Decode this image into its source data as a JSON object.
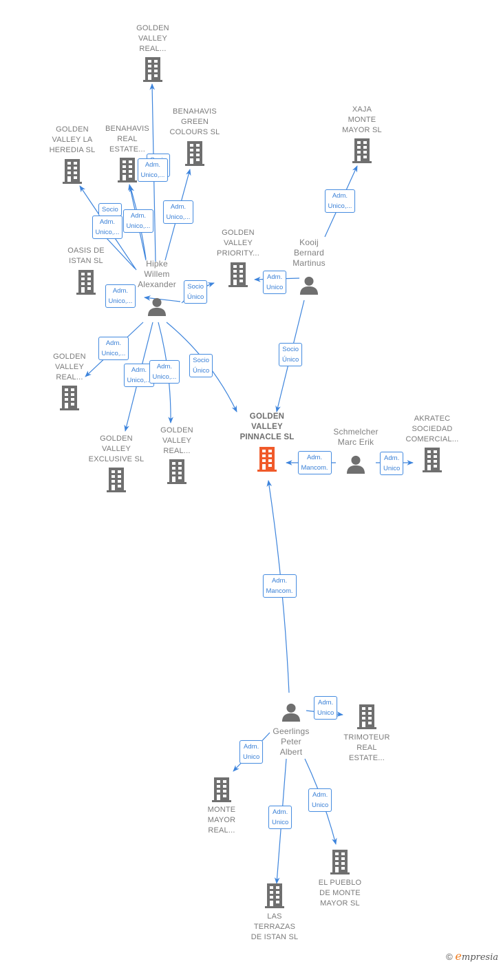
{
  "colors": {
    "edge": "#3d84dc",
    "building": "#6f6f6f",
    "main_building": "#f05a2a",
    "person": "#6f6f6f",
    "label_text": "#7a7a7a",
    "edge_label_text": "#3a80d6"
  },
  "nodes": [
    {
      "id": "gv_real_top",
      "type": "company",
      "label": "GOLDEN\nVALLEY\nREAL..."
    },
    {
      "id": "benahavis_green",
      "type": "company",
      "label": "BENAHAVIS\nGREEN\nCOLOURS  SL"
    },
    {
      "id": "gv_la_heredia",
      "type": "company",
      "label": "GOLDEN\nVALLEY LA\nHEREDIA  SL"
    },
    {
      "id": "benahavis_real",
      "type": "company",
      "label": "BENAHAVIS\nREAL\nESTATE..."
    },
    {
      "id": "xaja",
      "type": "company",
      "label": "XAJA\nMONTE\nMAYOR  SL"
    },
    {
      "id": "oasis",
      "type": "company",
      "label": "OASIS DE\nISTAN  SL"
    },
    {
      "id": "gv_priority",
      "type": "company",
      "label": "GOLDEN\nVALLEY\nPRIORITY..."
    },
    {
      "id": "hipke",
      "type": "person",
      "label": "Hipke\nWillem\nAlexander"
    },
    {
      "id": "kooij",
      "type": "person",
      "label": "Kooij\nBernard\nMartinus"
    },
    {
      "id": "gv_real_left",
      "type": "company",
      "label": "GOLDEN\nVALLEY\nREAL..."
    },
    {
      "id": "gv_exclusive",
      "type": "company",
      "label": "GOLDEN\nVALLEY\nEXCLUSIVE  SL"
    },
    {
      "id": "gv_real_mid",
      "type": "company",
      "label": "GOLDEN\nVALLEY\nREAL..."
    },
    {
      "id": "gv_pinnacle",
      "type": "main-company",
      "label": "GOLDEN\nVALLEY\nPINNACLE  SL"
    },
    {
      "id": "schmelcher",
      "type": "person",
      "label": "Schmelcher\nMarc Erik"
    },
    {
      "id": "akratec",
      "type": "company",
      "label": "AKRATEC\nSOCIEDAD\nCOMERCIAL..."
    },
    {
      "id": "geerlings",
      "type": "person",
      "label": "Geerlings\nPeter\nAlbert"
    },
    {
      "id": "trimoteur",
      "type": "company",
      "label": "TRIMOTEUR\nREAL\nESTATE..."
    },
    {
      "id": "monte_mayor_real",
      "type": "company",
      "label": "MONTE\nMAYOR\nREAL..."
    },
    {
      "id": "el_pueblo",
      "type": "company",
      "label": "EL PUEBLO\nDE MONTE\nMAYOR SL"
    },
    {
      "id": "las_terrazas",
      "type": "company",
      "label": "LAS\nTERRAZAS\nDE ISTAN SL"
    }
  ],
  "edges": [
    {
      "from": "hipke",
      "to": "gv_real_top",
      "label": "Socio\nÚnico"
    },
    {
      "from": "hipke",
      "to": "benahavis_real",
      "label": "Adm.\nUnico,..."
    },
    {
      "from": "hipke",
      "to": "benahavis_green",
      "label": "Adm.\nUnico,..."
    },
    {
      "from": "hipke",
      "to": "gv_la_heredia",
      "label": "Socio"
    },
    {
      "from": "hipke",
      "to": "benahavis_real",
      "label": "Adm.\nUnico,..."
    },
    {
      "from": "hipke",
      "to": "oasis",
      "label": "Adm.\nUnico,..."
    },
    {
      "from": "hipke",
      "to": "oasis",
      "label": "Adm.\nUnico,..."
    },
    {
      "from": "hipke",
      "to": "gv_priority",
      "label": "Socio\nÚnico"
    },
    {
      "from": "kooij",
      "to": "gv_priority",
      "label": "Adm.\nUnico"
    },
    {
      "from": "kooij",
      "to": "xaja",
      "label": "Adm.\nUnico,..."
    },
    {
      "from": "kooij",
      "to": "gv_pinnacle",
      "label": "Socio\nÚnico"
    },
    {
      "from": "hipke",
      "to": "gv_real_left",
      "label": "Adm.\nUnico,..."
    },
    {
      "from": "hipke",
      "to": "gv_exclusive",
      "label": "Adm.\nUnico,..."
    },
    {
      "from": "hipke",
      "to": "gv_real_mid",
      "label": "Adm.\nUnico,..."
    },
    {
      "from": "hipke",
      "to": "gv_pinnacle",
      "label": "Socio\nÚnico"
    },
    {
      "from": "schmelcher",
      "to": "gv_pinnacle",
      "label": "Adm.\nMancom."
    },
    {
      "from": "schmelcher",
      "to": "akratec",
      "label": "Adm.\nUnico"
    },
    {
      "from": "geerlings",
      "to": "gv_pinnacle",
      "label": "Adm.\nMancom."
    },
    {
      "from": "geerlings",
      "to": "trimoteur",
      "label": "Adm.\nUnico"
    },
    {
      "from": "geerlings",
      "to": "monte_mayor_real",
      "label": "Adm.\nUnico"
    },
    {
      "from": "geerlings",
      "to": "las_terrazas",
      "label": "Adm.\nUnico"
    },
    {
      "from": "geerlings",
      "to": "el_pueblo",
      "label": "Adm.\nUnico"
    }
  ],
  "footer": {
    "copyright_symbol": "©",
    "brand_initial": "e",
    "brand_rest": "mpresia"
  }
}
